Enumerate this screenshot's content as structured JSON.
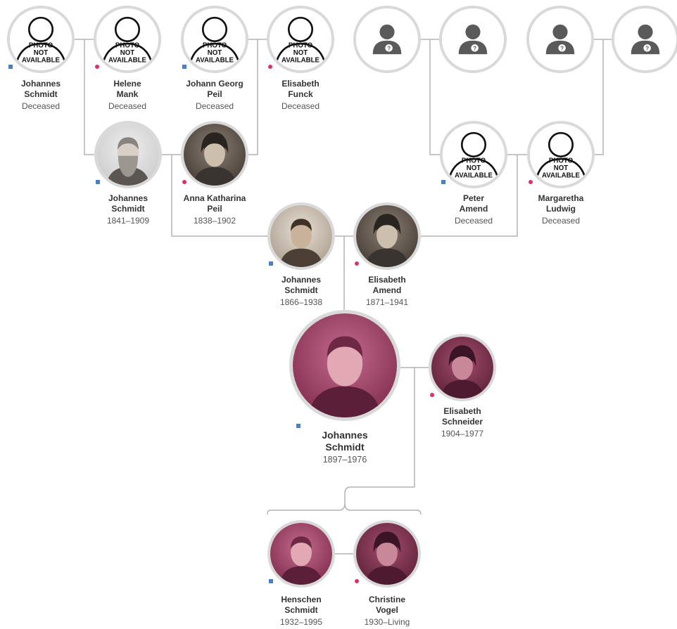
{
  "colors": {
    "male": "#4a7fc1",
    "female": "#d6336c",
    "connector": "#b3b3b3",
    "ring": "#d9d9d9"
  },
  "no_photo_label": [
    "PHOTO",
    "NOT",
    "AVAILABLE"
  ],
  "people": [
    {
      "id": "p1",
      "name": [
        "Johannes",
        "Schmidt"
      ],
      "dates": "Deceased",
      "gender": "male",
      "photo": "none"
    },
    {
      "id": "p2",
      "name": [
        "Helene",
        "Mank"
      ],
      "dates": "Deceased",
      "gender": "female",
      "photo": "none"
    },
    {
      "id": "p3",
      "name": [
        "Johann Georg",
        "Peil"
      ],
      "dates": "Deceased",
      "gender": "male",
      "photo": "none"
    },
    {
      "id": "p4",
      "name": [
        "Elisabeth",
        "Funck"
      ],
      "dates": "Deceased",
      "gender": "female",
      "photo": "none"
    },
    {
      "id": "u1",
      "photo": "unknown"
    },
    {
      "id": "u2",
      "photo": "unknown"
    },
    {
      "id": "u3",
      "photo": "unknown"
    },
    {
      "id": "u4",
      "photo": "unknown"
    },
    {
      "id": "gp1",
      "name": [
        "Johannes",
        "Schmidt"
      ],
      "dates": "1841–1909",
      "gender": "male",
      "photo": "sepia-bearded"
    },
    {
      "id": "gp2",
      "name": [
        "Anna Katharina",
        "Peil"
      ],
      "dates": "1838–1902",
      "gender": "female",
      "photo": "sepia-woman"
    },
    {
      "id": "gp3",
      "name": [
        "Peter",
        "Amend"
      ],
      "dates": "Deceased",
      "gender": "male",
      "photo": "none"
    },
    {
      "id": "gp4",
      "name": [
        "Margaretha",
        "Ludwig"
      ],
      "dates": "Deceased",
      "gender": "female",
      "photo": "none"
    },
    {
      "id": "f1",
      "name": [
        "Johannes",
        "Schmidt"
      ],
      "dates": "1866–1938",
      "gender": "male",
      "photo": "sepia-man"
    },
    {
      "id": "f2",
      "name": [
        "Elisabeth",
        "Amend"
      ],
      "dates": "1871–1941",
      "gender": "female",
      "photo": "sepia-woman"
    },
    {
      "id": "root",
      "name": [
        "Johannes",
        "Schmidt"
      ],
      "dates": "1897–1976",
      "gender": "male",
      "photo": "color-man",
      "selected": true
    },
    {
      "id": "sp",
      "name": [
        "Elisabeth",
        "Schneider"
      ],
      "dates": "1904–1977",
      "gender": "female",
      "photo": "color-woman"
    },
    {
      "id": "c1",
      "name": [
        "Henschen",
        "Schmidt"
      ],
      "dates": "1932–1995",
      "gender": "male",
      "photo": "color-man"
    },
    {
      "id": "c2",
      "name": [
        "Christine",
        "Vogel"
      ],
      "dates": "1930–Living",
      "gender": "female",
      "photo": "color-woman"
    }
  ]
}
